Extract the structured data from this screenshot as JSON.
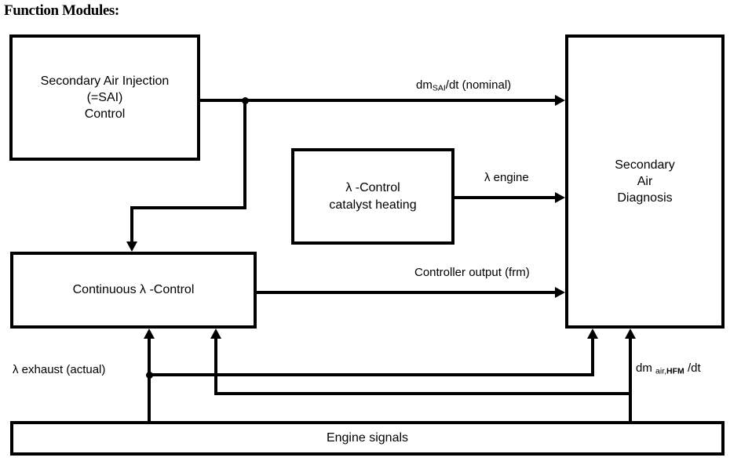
{
  "diagram": {
    "title": "Function Modules:",
    "boxes": [
      {
        "id": "sai-control",
        "label": "Secondary Air Injection\n(=SAI)\nControl"
      },
      {
        "id": "lambda-catalyst-heating",
        "label": "λ -Control\ncatalyst heating"
      },
      {
        "id": "continuous-lambda-control",
        "label": "Continuous λ -Control"
      },
      {
        "id": "secondary-air-diagnosis",
        "label": "Secondary\nAir\nDiagnosis"
      },
      {
        "id": "engine-signals",
        "label": "Engine signals"
      }
    ],
    "edge_labels": {
      "dm_sai_nominal_prefix": "dm",
      "dm_sai_nominal_sub": "SAI",
      "dm_sai_nominal_suffix": "/dt (nominal)",
      "lambda_engine": "λ engine",
      "controller_output": "Controller output (frm)",
      "lambda_exhaust_actual": "λ exhaust (actual)",
      "dm_air_hfm_prefix": "dm",
      "dm_air_hfm_sub_plain": "air,",
      "dm_air_hfm_sub_bold": "HFM",
      "dm_air_hfm_suffix": "/dt"
    },
    "colors": {
      "line": "#000000",
      "background": "#ffffff",
      "text": "#000000"
    }
  }
}
